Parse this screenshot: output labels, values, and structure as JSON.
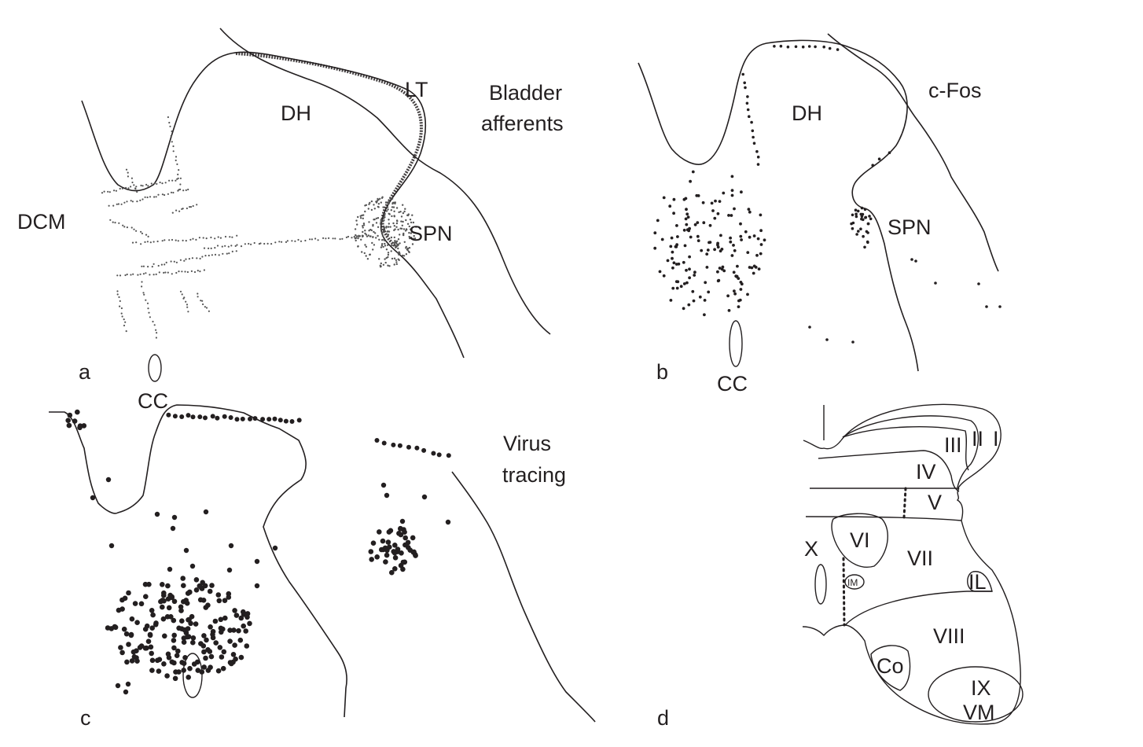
{
  "panels": [
    {
      "id": "a",
      "letter": "a",
      "title": "Bladder afferents",
      "title_lines": [
        "Bladder",
        "afferents"
      ],
      "labels": {
        "dh": "DH",
        "lt": "LT",
        "dcm": "DCM",
        "spn": "SPN",
        "cc": "CC"
      }
    },
    {
      "id": "b",
      "letter": "b",
      "title": "c-Fos",
      "labels": {
        "dh": "DH",
        "spn": "SPN",
        "cc": "CC"
      }
    },
    {
      "id": "c",
      "letter": "c",
      "title": "Virus tracing",
      "title_lines": [
        "Virus",
        "tracing"
      ]
    },
    {
      "id": "d",
      "letter": "d",
      "laminae": {
        "I": "I",
        "II": "II",
        "III": "III",
        "IV": "IV",
        "V": "V",
        "VI": "VI",
        "VII": "VII",
        "VIII": "VIII",
        "IX": "IX",
        "X": "X",
        "VM": "VM",
        "IM": "IM",
        "IL": "IL",
        "Co": "Co"
      }
    }
  ],
  "colors": {
    "ink": "#231f20",
    "background": "#ffffff"
  }
}
